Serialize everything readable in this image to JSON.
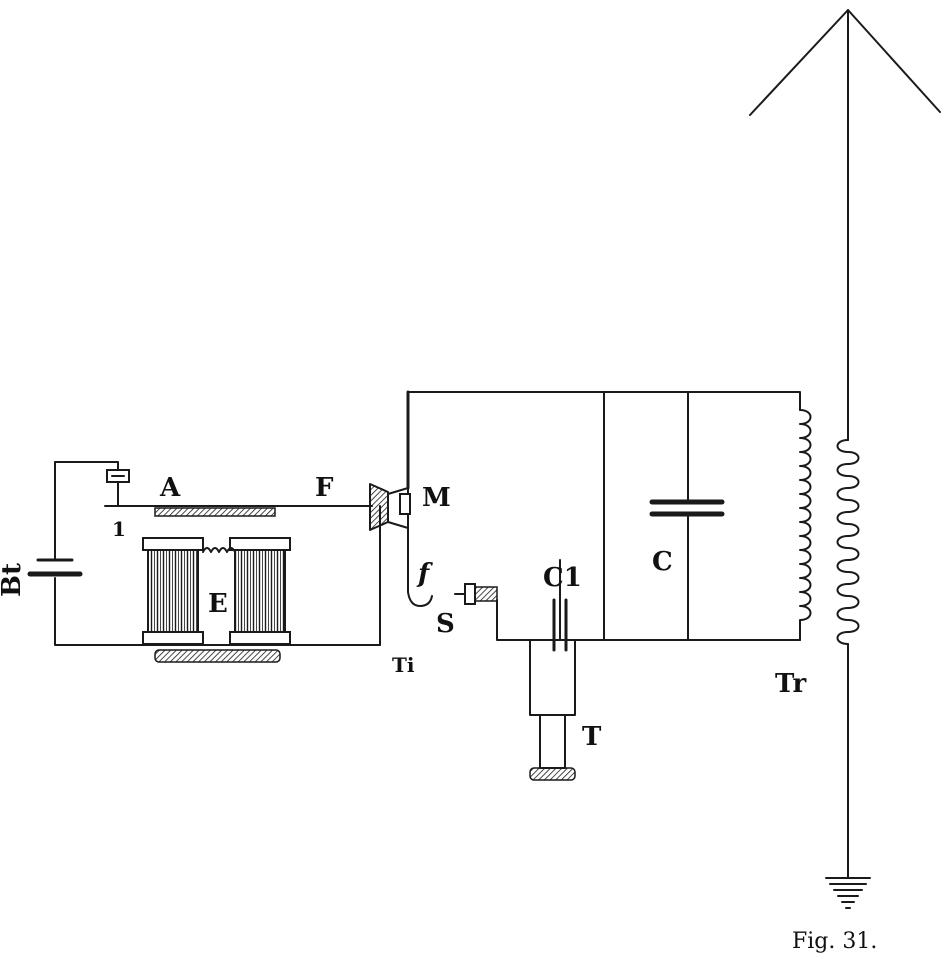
{
  "figure": {
    "caption": "Fig. 31.",
    "labels": {
      "battery": "Bt",
      "contact": "1",
      "armature": "A",
      "electromagnet": "E",
      "spring": "F",
      "hammer": "M",
      "spring_f": "f",
      "spark_gap": "S",
      "terminal": "Ti",
      "capacitor_c1": "C1",
      "capacitor_c": "C",
      "plug": "T",
      "transformer": "Tr"
    }
  }
}
